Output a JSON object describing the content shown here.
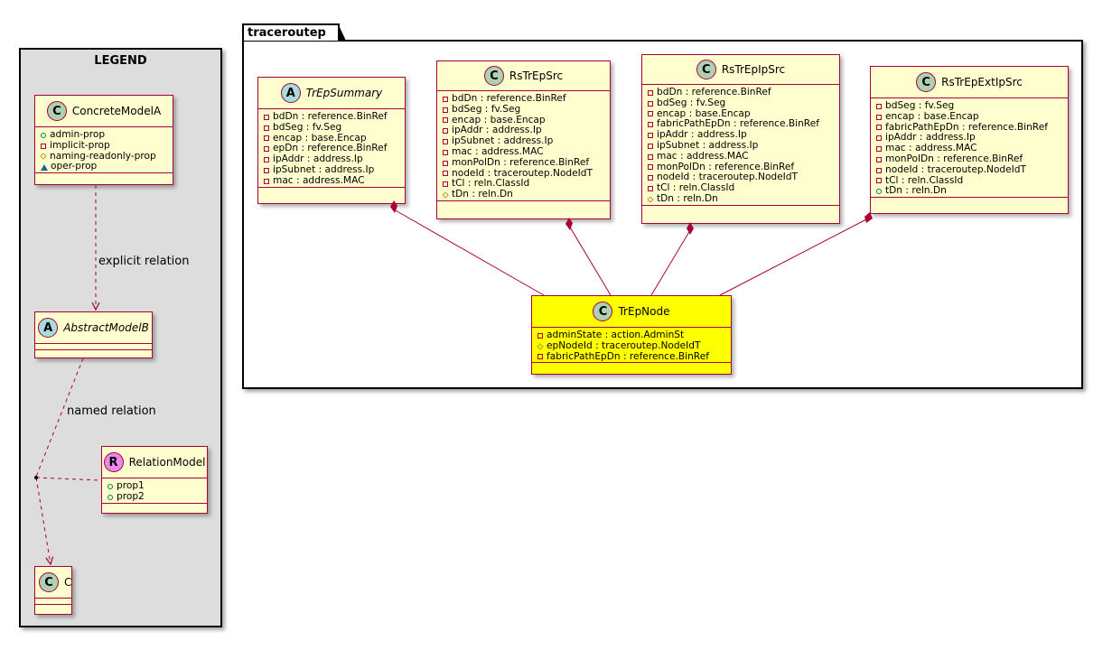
{
  "legend": {
    "title": "LEGEND",
    "concrete": {
      "name": "ConcreteModelA",
      "stereo": "C",
      "props": [
        {
          "vis": "public",
          "text": "admin-prop"
        },
        {
          "vis": "private",
          "text": "implicit-prop"
        },
        {
          "vis": "protected",
          "text": "naming-readonly-prop"
        },
        {
          "vis": "package",
          "text": "oper-prop"
        }
      ]
    },
    "abstract": {
      "name": "AbstractModelB",
      "stereo": "A"
    },
    "relation": {
      "name": "RelationModel",
      "stereo": "R",
      "props": [
        {
          "vis": "public",
          "text": "prop1"
        },
        {
          "vis": "public",
          "text": "prop2"
        }
      ]
    },
    "c_class": {
      "name": "C",
      "stereo": "C"
    },
    "explicit_label": "explicit relation",
    "named_label": "named relation"
  },
  "package": {
    "name": "traceroutep",
    "classes": {
      "summary": {
        "name": "TrEpSummary",
        "stereo": "A",
        "props": [
          {
            "vis": "private",
            "text": "bdDn : reference.BinRef"
          },
          {
            "vis": "private",
            "text": "bdSeg : fv.Seg"
          },
          {
            "vis": "private",
            "text": "encap : base.Encap"
          },
          {
            "vis": "private",
            "text": "epDn : reference.BinRef"
          },
          {
            "vis": "private",
            "text": "ipAddr : address.Ip"
          },
          {
            "vis": "private",
            "text": "ipSubnet : address.Ip"
          },
          {
            "vis": "private",
            "text": "mac : address.MAC"
          }
        ]
      },
      "src": {
        "name": "RsTrEpSrc",
        "stereo": "C",
        "props": [
          {
            "vis": "private",
            "text": "bdDn : reference.BinRef"
          },
          {
            "vis": "private",
            "text": "bdSeg : fv.Seg"
          },
          {
            "vis": "private",
            "text": "encap : base.Encap"
          },
          {
            "vis": "private",
            "text": "ipAddr : address.Ip"
          },
          {
            "vis": "private",
            "text": "ipSubnet : address.Ip"
          },
          {
            "vis": "private",
            "text": "mac : address.MAC"
          },
          {
            "vis": "private",
            "text": "monPolDn : reference.BinRef"
          },
          {
            "vis": "private",
            "text": "nodeId : traceroutep.NodeIdT"
          },
          {
            "vis": "private",
            "text": "tCl : reln.ClassId"
          },
          {
            "vis": "protected",
            "text": "tDn : reln.Dn"
          }
        ]
      },
      "ipsrc": {
        "name": "RsTrEpIpSrc",
        "stereo": "C",
        "props": [
          {
            "vis": "private",
            "text": "bdDn : reference.BinRef"
          },
          {
            "vis": "private",
            "text": "bdSeg : fv.Seg"
          },
          {
            "vis": "private",
            "text": "encap : base.Encap"
          },
          {
            "vis": "private",
            "text": "fabricPathEpDn : reference.BinRef"
          },
          {
            "vis": "private",
            "text": "ipAddr : address.Ip"
          },
          {
            "vis": "private",
            "text": "ipSubnet : address.Ip"
          },
          {
            "vis": "private",
            "text": "mac : address.MAC"
          },
          {
            "vis": "private",
            "text": "monPolDn : reference.BinRef"
          },
          {
            "vis": "private",
            "text": "nodeId : traceroutep.NodeIdT"
          },
          {
            "vis": "private",
            "text": "tCl : reln.ClassId"
          },
          {
            "vis": "protected",
            "text": "tDn : reln.Dn"
          }
        ]
      },
      "extipsrc": {
        "name": "RsTrEpExtIpSrc",
        "stereo": "C",
        "props": [
          {
            "vis": "private",
            "text": "bdSeg : fv.Seg"
          },
          {
            "vis": "private",
            "text": "encap : base.Encap"
          },
          {
            "vis": "private",
            "text": "fabricPathEpDn : reference.BinRef"
          },
          {
            "vis": "private",
            "text": "ipAddr : address.Ip"
          },
          {
            "vis": "private",
            "text": "mac : address.MAC"
          },
          {
            "vis": "private",
            "text": "monPolDn : reference.BinRef"
          },
          {
            "vis": "private",
            "text": "nodeId : traceroutep.NodeIdT"
          },
          {
            "vis": "private",
            "text": "tCl : reln.ClassId"
          },
          {
            "vis": "public",
            "text": "tDn : reln.Dn"
          }
        ]
      },
      "node": {
        "name": "TrEpNode",
        "stereo": "C",
        "props": [
          {
            "vis": "private",
            "text": "adminState : action.AdminSt"
          },
          {
            "vis": "protected",
            "text": "epNodeId : traceroutep.NodeIdT"
          },
          {
            "vis": "private",
            "text": "fabricPathEpDn : reference.BinRef"
          }
        ]
      }
    }
  },
  "colors": {
    "class_fill": "#FEFECE",
    "highlight_fill": "#FFFF00",
    "border": "#A80036",
    "legend_bg": "#DDDDDD"
  }
}
